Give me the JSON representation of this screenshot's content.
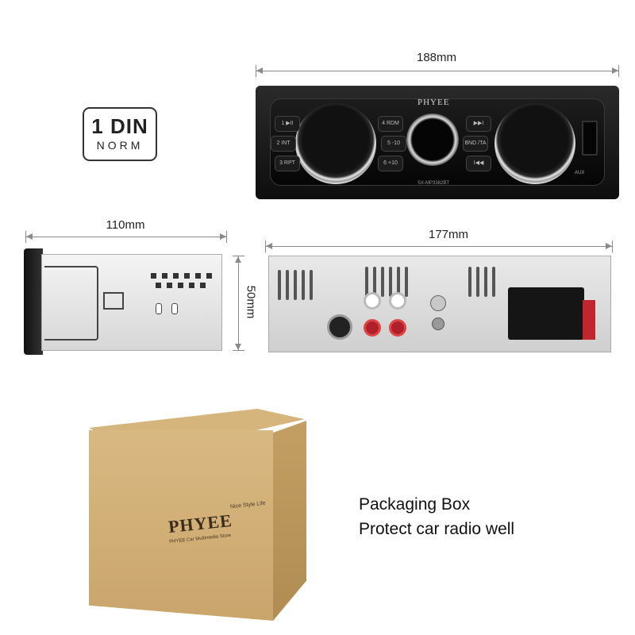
{
  "badge": {
    "line1": "1 DIN",
    "line2": "NORM"
  },
  "dimensions": {
    "front_width": "188mm",
    "side_depth": "110mm",
    "back_width": "177mm",
    "height": "50mm"
  },
  "front_panel": {
    "brand": "PHYEE",
    "model": "SX-MP3382BT",
    "aux": "AUX",
    "buttons": [
      "1 ▶II",
      "2 INT",
      "3 RPT",
      "4 RDM",
      "5 -10",
      "6 +10",
      "BND /TA",
      "▶▶I",
      "I◀◀"
    ]
  },
  "box": {
    "brand": "PHYEE",
    "slogan": "Nice Style Life",
    "subtitle": "PHYEE Car Multimedia Store"
  },
  "caption": {
    "line1": "Packaging Box",
    "line2": "Protect car radio well"
  }
}
